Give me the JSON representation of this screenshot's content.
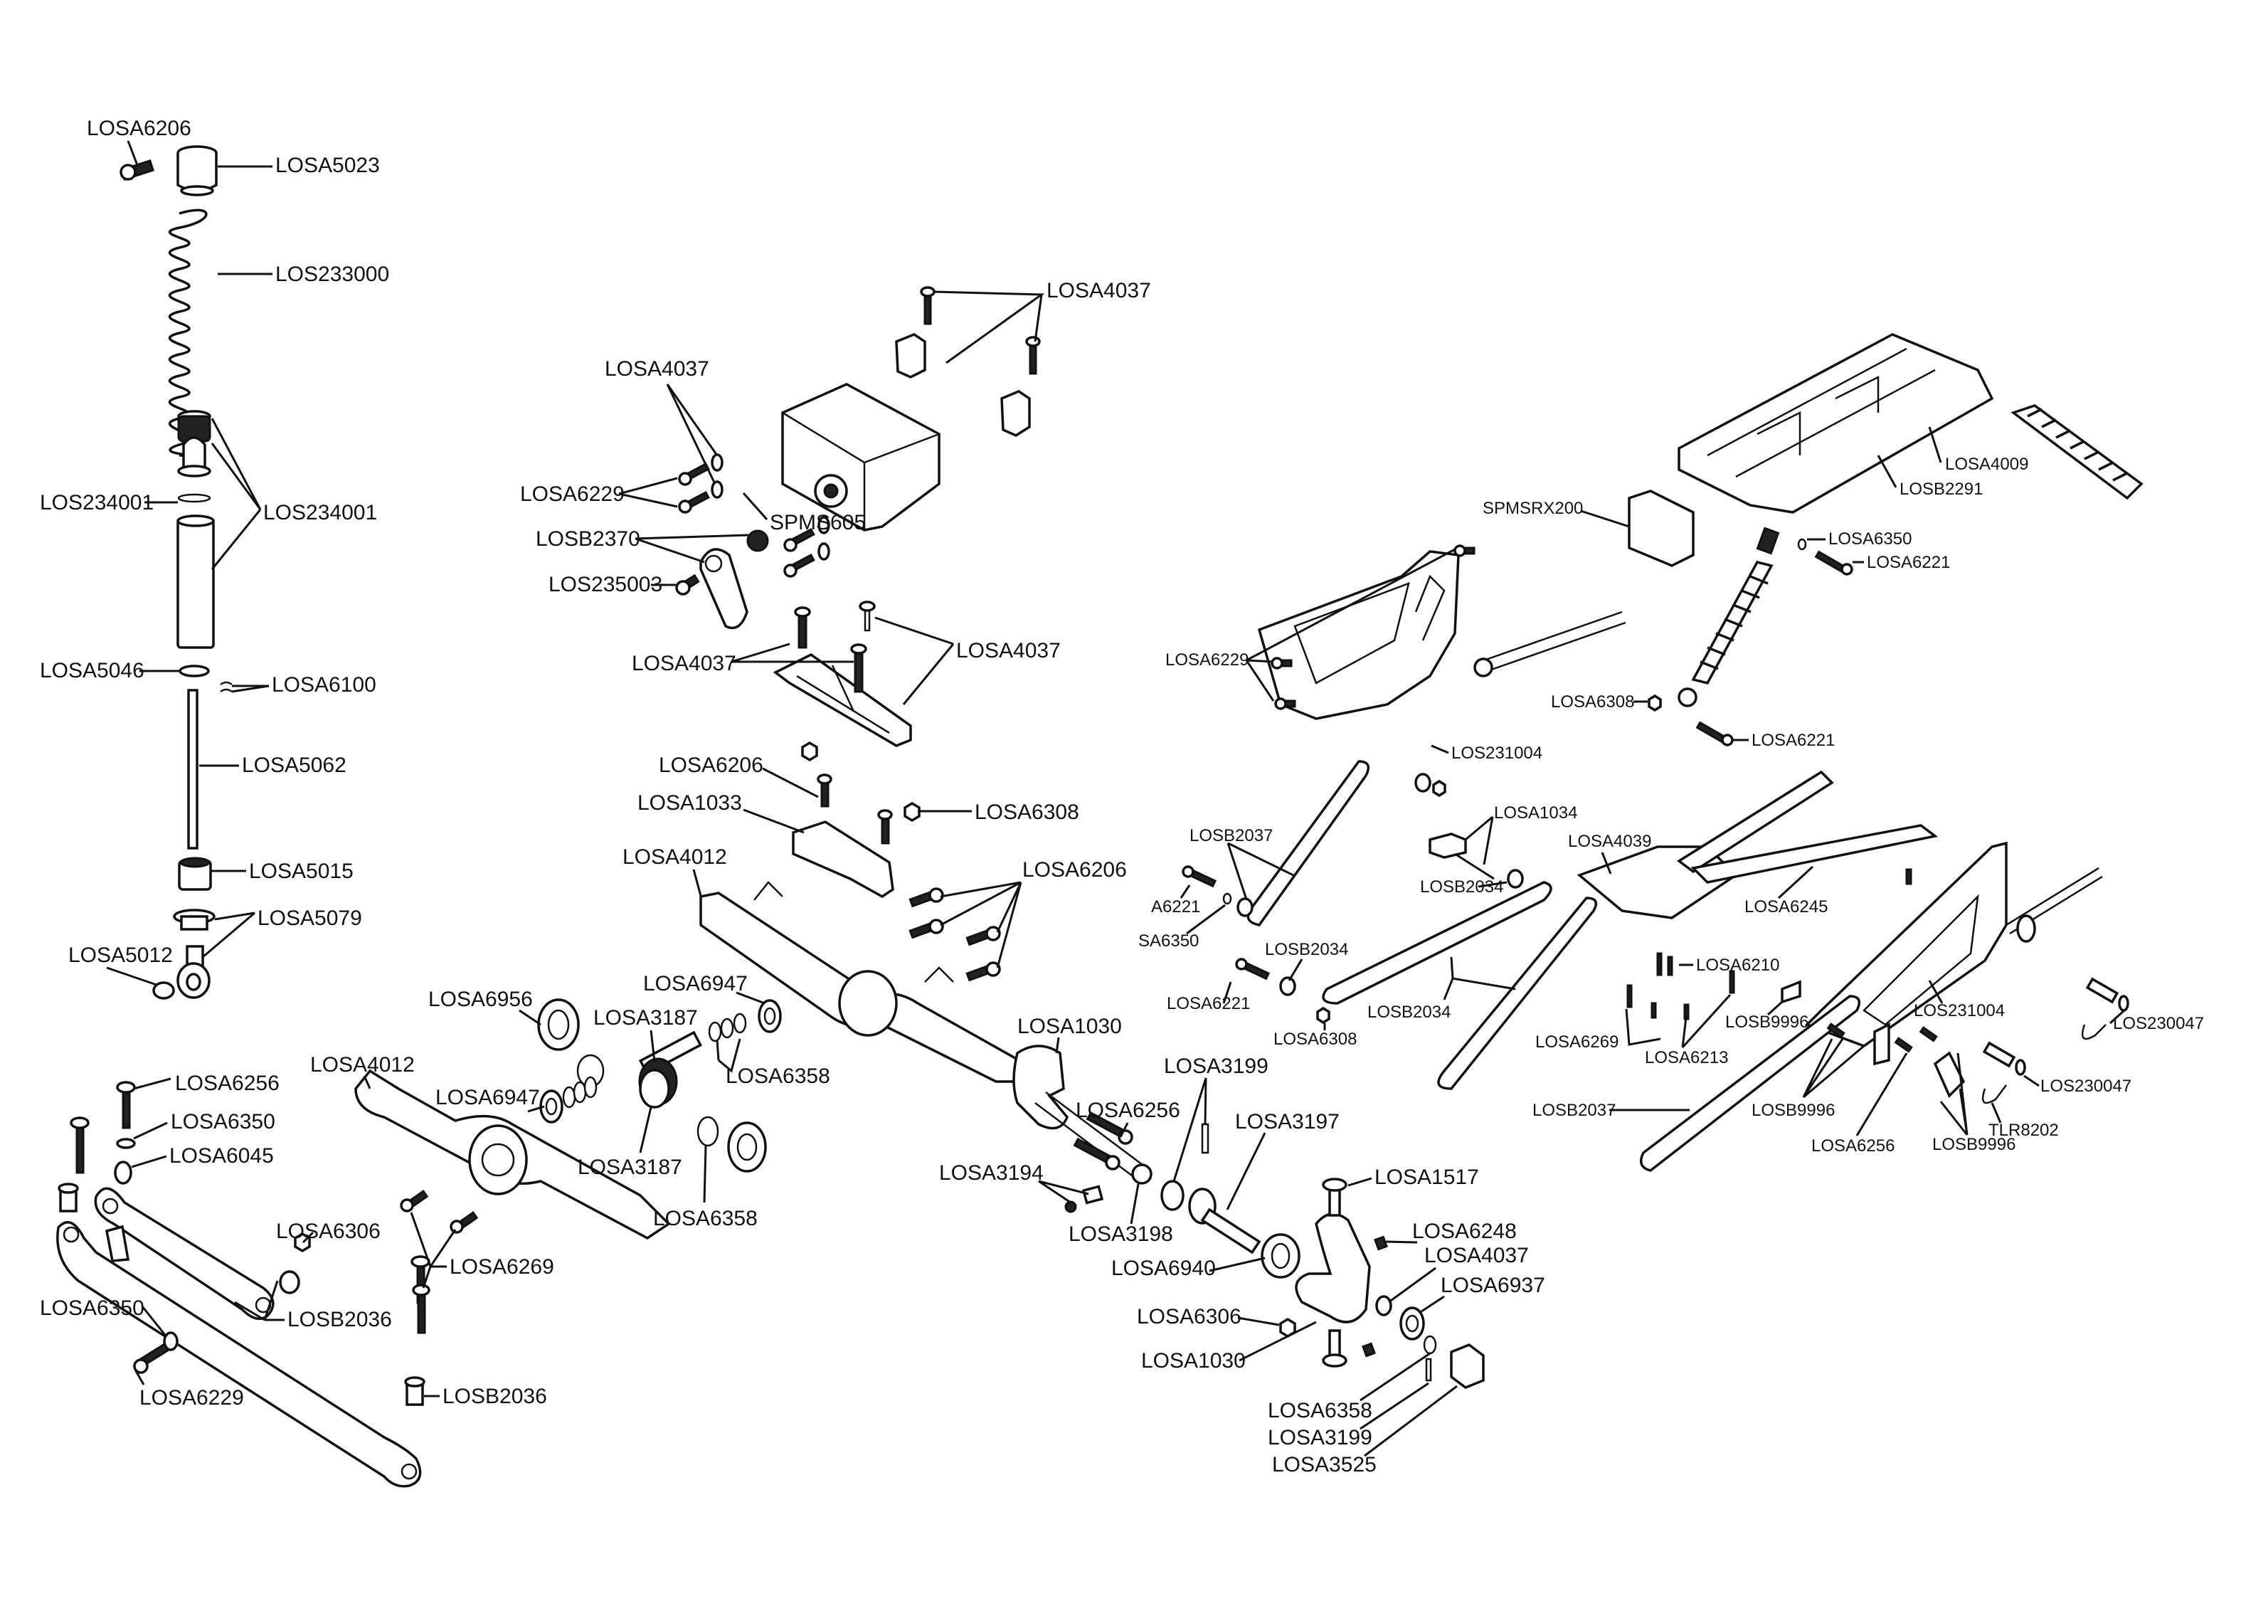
{
  "diagram": {
    "title": "",
    "type": "exploded-parts-diagram",
    "groups": {
      "front_shock": {
        "labels": [
          "LOSA6206",
          "LOSA5023",
          "LOS233000",
          "LOS234001",
          "LOS234001",
          "LOSA5046",
          "LOSA6100",
          "LOSA5062",
          "LOSA5015",
          "LOSA5079",
          "LOSA5012"
        ]
      },
      "steering_links": {
        "labels": [
          "LOSA6256",
          "LOSA6350",
          "LOSA6045",
          "LOSA6306",
          "LOSB2036",
          "LOSA6350",
          "LOSA6229",
          "LOSB2036"
        ]
      },
      "servo": {
        "labels": [
          "LOSA4037",
          "LOSA4037",
          "LOSA6229",
          "LOSB2370",
          "LOS235003",
          "SPMS605"
        ]
      },
      "servo_mount": {
        "labels": [
          "LOSA4037",
          "LOSA4037",
          "LOSA6206",
          "LOSA1033",
          "LOSA6308",
          "LOSA4012",
          "LOSA6206"
        ]
      },
      "front_axle": {
        "labels": [
          "LOSA4012",
          "LOSA6956",
          "LOSA6947",
          "LOSA3187",
          "LOSA6947",
          "LOSA6358",
          "LOSA3187",
          "LOSA6358",
          "LOSA6269",
          "LOSA1030",
          "LOSA6256",
          "LOSA3194",
          "LOSA3198"
        ]
      },
      "knuckle": {
        "labels": [
          "LOSA3199",
          "LOSA3197",
          "LOSA1517",
          "LOSA6248",
          "LOSA4037",
          "LOSA6937",
          "LOSA6940",
          "LOSA6306",
          "LOSA1030",
          "LOSA6358",
          "LOSA3199",
          "LOSA3525"
        ]
      },
      "chassis_rear": {
        "labels": [
          "LOSA4009",
          "LOSB2291",
          "SPMSRX200",
          "LOSA6350",
          "LOSA6221",
          "LOSA6229",
          "LOSA6308",
          "LOSA6221",
          "LOS231004",
          "LOSA1034",
          "LOSB2037",
          "LOSA4039",
          "LOSB2034",
          "A6221",
          "SA6350",
          "LOSA6245",
          "LOSA6210",
          "LOSA6221",
          "LOSB2034",
          "LOSB2034",
          "LOSA6308",
          "LOSA6269",
          "LOSA6213",
          "LOSB9996",
          "LOS231004",
          "LOS230047",
          "LOSB2037",
          "LOSB9996",
          "LOSA6256",
          "LOSB9996",
          "TLR8202",
          "LOS230047"
        ]
      }
    },
    "labels": [
      {
        "id": "l1",
        "text": "LOSA6206"
      },
      {
        "id": "l2",
        "text": "LOSA5023"
      },
      {
        "id": "l3",
        "text": "LOS233000"
      },
      {
        "id": "l4",
        "text": "LOS234001"
      },
      {
        "id": "l5",
        "text": "LOS234001"
      },
      {
        "id": "l6",
        "text": "LOSA5046"
      },
      {
        "id": "l7",
        "text": "LOSA6100"
      },
      {
        "id": "l8",
        "text": "LOSA5062"
      },
      {
        "id": "l9",
        "text": "LOSA5015"
      },
      {
        "id": "l10",
        "text": "LOSA5079"
      },
      {
        "id": "l11",
        "text": "LOSA5012"
      },
      {
        "id": "l12",
        "text": "LOSA6256"
      },
      {
        "id": "l13",
        "text": "LOSA6350"
      },
      {
        "id": "l14",
        "text": "LOSA6045"
      },
      {
        "id": "l15",
        "text": "LOSA6306"
      },
      {
        "id": "l16",
        "text": "LOSB2036"
      },
      {
        "id": "l17",
        "text": "LOSA6350"
      },
      {
        "id": "l18",
        "text": "LOSA6229"
      },
      {
        "id": "l19",
        "text": "LOSB2036"
      },
      {
        "id": "l20",
        "text": "LOSA4037"
      },
      {
        "id": "l21",
        "text": "LOSA4037"
      },
      {
        "id": "l22",
        "text": "LOSA6229"
      },
      {
        "id": "l23",
        "text": "LOSB2370"
      },
      {
        "id": "l24",
        "text": "LOS235003"
      },
      {
        "id": "l25",
        "text": "SPMS605"
      },
      {
        "id": "l26",
        "text": "LOSA4037"
      },
      {
        "id": "l27",
        "text": "LOSA4037"
      },
      {
        "id": "l28",
        "text": "LOSA6206"
      },
      {
        "id": "l29",
        "text": "LOSA1033"
      },
      {
        "id": "l30",
        "text": "LOSA6308"
      },
      {
        "id": "l31",
        "text": "LOSA4012"
      },
      {
        "id": "l32",
        "text": "LOSA6206"
      },
      {
        "id": "l33",
        "text": "LOSA4012"
      },
      {
        "id": "l34",
        "text": "LOSA6956"
      },
      {
        "id": "l35",
        "text": "LOSA6947"
      },
      {
        "id": "l36",
        "text": "LOSA3187"
      },
      {
        "id": "l37",
        "text": "LOSA6947"
      },
      {
        "id": "l38",
        "text": "LOSA6358"
      },
      {
        "id": "l39",
        "text": "LOSA3187"
      },
      {
        "id": "l40",
        "text": "LOSA6358"
      },
      {
        "id": "l41",
        "text": "LOSA6269"
      },
      {
        "id": "l42",
        "text": "LOSA1030"
      },
      {
        "id": "l43",
        "text": "LOSA6256"
      },
      {
        "id": "l44",
        "text": "LOSA3194"
      },
      {
        "id": "l45",
        "text": "LOSA3198"
      },
      {
        "id": "l46",
        "text": "LOSA3199"
      },
      {
        "id": "l47",
        "text": "LOSA3197"
      },
      {
        "id": "l48",
        "text": "LOSA1517"
      },
      {
        "id": "l49",
        "text": "LOSA6248"
      },
      {
        "id": "l50",
        "text": "LOSA4037"
      },
      {
        "id": "l51",
        "text": "LOSA6937"
      },
      {
        "id": "l52",
        "text": "LOSA6940"
      },
      {
        "id": "l53",
        "text": "LOSA6306"
      },
      {
        "id": "l54",
        "text": "LOSA1030"
      },
      {
        "id": "l55",
        "text": "LOSA6358"
      },
      {
        "id": "l56",
        "text": "LOSA3199"
      },
      {
        "id": "l57",
        "text": "LOSA3525"
      },
      {
        "id": "l58",
        "text": "LOSA4009"
      },
      {
        "id": "l59",
        "text": "LOSB2291"
      },
      {
        "id": "l60",
        "text": "SPMSRX200"
      },
      {
        "id": "l61",
        "text": "LOSA6350"
      },
      {
        "id": "l62",
        "text": "LOSA6221"
      },
      {
        "id": "l63",
        "text": "LOSA6229"
      },
      {
        "id": "l64",
        "text": "LOSA6308"
      },
      {
        "id": "l65",
        "text": "LOSA6221"
      },
      {
        "id": "l66",
        "text": "LOS231004"
      },
      {
        "id": "l67",
        "text": "LOSA1034"
      },
      {
        "id": "l68",
        "text": "LOSB2037"
      },
      {
        "id": "l69",
        "text": "LOSA4039"
      },
      {
        "id": "l70",
        "text": "LOSB2034"
      },
      {
        "id": "l71",
        "text": "A6221"
      },
      {
        "id": "l72",
        "text": "SA6350"
      },
      {
        "id": "l73",
        "text": "LOSA6245"
      },
      {
        "id": "l74",
        "text": "LOSA6210"
      },
      {
        "id": "l75",
        "text": "LOSB2034"
      },
      {
        "id": "l76",
        "text": "LOSA6221"
      },
      {
        "id": "l77",
        "text": "LOSB2034"
      },
      {
        "id": "l78",
        "text": "LOSA6308"
      },
      {
        "id": "l79",
        "text": "LOSA6269"
      },
      {
        "id": "l80",
        "text": "LOSA6213"
      },
      {
        "id": "l81",
        "text": "LOSB9996"
      },
      {
        "id": "l82",
        "text": "LOS231004"
      },
      {
        "id": "l83",
        "text": "LOS230047"
      },
      {
        "id": "l84",
        "text": "LOSB2037"
      },
      {
        "id": "l85",
        "text": "LOSB9996"
      },
      {
        "id": "l86",
        "text": "LOSA6256"
      },
      {
        "id": "l87",
        "text": "LOS230047"
      },
      {
        "id": "l88",
        "text": "TLR8202"
      },
      {
        "id": "l89",
        "text": "LOSB9996"
      }
    ]
  }
}
